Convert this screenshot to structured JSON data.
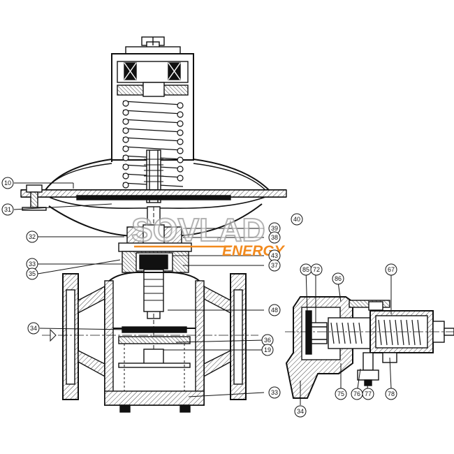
{
  "watermark": {
    "brand": "SOVLAD",
    "sub": "ENERGY",
    "accent_color": "#f28a1e"
  },
  "callouts": {
    "c10": "10",
    "c31": "31",
    "c32": "32",
    "c33a": "33",
    "c35": "35",
    "c34a": "34",
    "c39": "39",
    "c40": "40",
    "c38": "38",
    "c43": "43",
    "c37": "37",
    "c48": "48",
    "c36": "36",
    "c19": "19",
    "c33b": "33",
    "c85": "85",
    "c72": "72",
    "c86": "86",
    "c67": "67",
    "c75": "75",
    "c76": "76",
    "c77": "77",
    "c78": "78",
    "c34b": "34"
  },
  "colors": {
    "line": "#111111",
    "hatch": "#555555",
    "background": "#ffffff"
  }
}
